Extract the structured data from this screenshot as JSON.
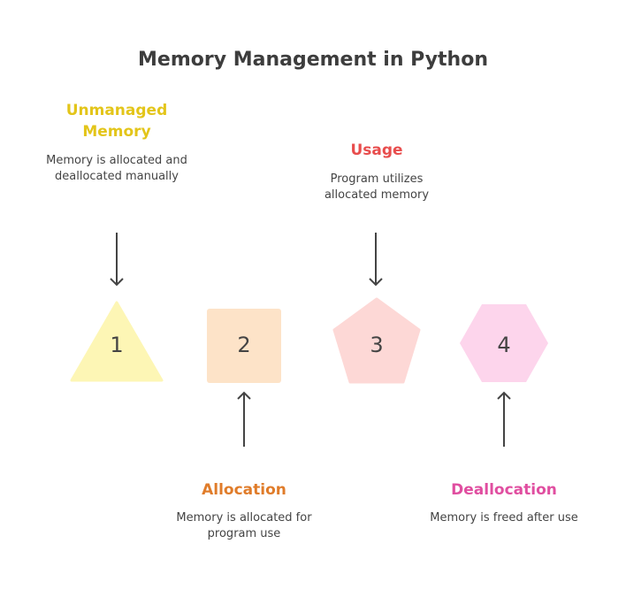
{
  "title": "Memory Management in Python",
  "steps": [
    {
      "number": "1",
      "heading": "Unmanaged Memory",
      "description": "Memory is allocated and deallocated manually",
      "color": "#e3c51a",
      "fill": "#fdf6b5"
    },
    {
      "number": "2",
      "heading": "Allocation",
      "description": "Memory is allocated for program use",
      "color": "#e07c2a",
      "fill": "#fde3c8"
    },
    {
      "number": "3",
      "heading": "Usage",
      "description": "Program utilizes allocated memory",
      "color": "#e84d4d",
      "fill": "#fdd8d6"
    },
    {
      "number": "4",
      "heading": "Deallocation",
      "description": "Memory is freed after use",
      "color": "#e04ea0",
      "fill": "#fdd5ec"
    }
  ]
}
